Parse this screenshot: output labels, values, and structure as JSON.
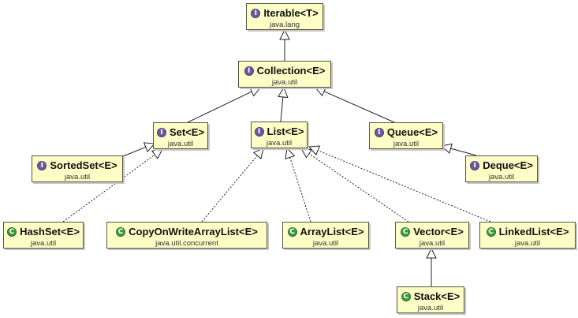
{
  "nodes": [
    {
      "id": "iterable",
      "kind": "interface",
      "badge": "I",
      "name": "Iterable<T>",
      "package": "java.lang"
    },
    {
      "id": "collection",
      "kind": "interface",
      "badge": "I",
      "name": "Collection<E>",
      "package": "java.util"
    },
    {
      "id": "set",
      "kind": "interface",
      "badge": "I",
      "name": "Set<E>",
      "package": "java.util"
    },
    {
      "id": "list",
      "kind": "interface",
      "badge": "I",
      "name": "List<E>",
      "package": "java.util"
    },
    {
      "id": "queue",
      "kind": "interface",
      "badge": "I",
      "name": "Queue<E>",
      "package": "java.util"
    },
    {
      "id": "sortedset",
      "kind": "interface",
      "badge": "I",
      "name": "SortedSet<E>",
      "package": "java.util"
    },
    {
      "id": "deque",
      "kind": "interface",
      "badge": "I",
      "name": "Deque<E>",
      "package": "java.util"
    },
    {
      "id": "hashset",
      "kind": "class",
      "badge": "C",
      "name": "HashSet<E>",
      "package": "java.util"
    },
    {
      "id": "cowal",
      "kind": "class",
      "badge": "C",
      "name": "CopyOnWriteArrayList<E>",
      "package": "java.util.concurrent"
    },
    {
      "id": "arraylist",
      "kind": "class",
      "badge": "C",
      "name": "ArrayList<E>",
      "package": "java.util"
    },
    {
      "id": "vector",
      "kind": "class",
      "badge": "C",
      "name": "Vector<E>",
      "package": "java.util"
    },
    {
      "id": "linkedlist",
      "kind": "class",
      "badge": "C",
      "name": "LinkedList<E>",
      "package": "java.util"
    },
    {
      "id": "stack",
      "kind": "class",
      "badge": "C",
      "name": "Stack<E>",
      "package": "java.util"
    }
  ],
  "edges": [
    {
      "from": "collection",
      "to": "iterable",
      "style": "extends"
    },
    {
      "from": "set",
      "to": "collection",
      "style": "extends"
    },
    {
      "from": "list",
      "to": "collection",
      "style": "extends"
    },
    {
      "from": "queue",
      "to": "collection",
      "style": "extends"
    },
    {
      "from": "sortedset",
      "to": "set",
      "style": "extends"
    },
    {
      "from": "deque",
      "to": "queue",
      "style": "extends"
    },
    {
      "from": "hashset",
      "to": "set",
      "style": "implements"
    },
    {
      "from": "cowal",
      "to": "list",
      "style": "implements"
    },
    {
      "from": "arraylist",
      "to": "list",
      "style": "implements"
    },
    {
      "from": "vector",
      "to": "list",
      "style": "implements"
    },
    {
      "from": "linkedlist",
      "to": "list",
      "style": "implements"
    },
    {
      "from": "stack",
      "to": "vector",
      "style": "extends"
    }
  ],
  "colors": {
    "node_fill": "#fdfdc6",
    "node_border": "#555544",
    "interface_badge": "#6a5a9e",
    "class_badge": "#3f9a3f",
    "edge": "#222222"
  }
}
